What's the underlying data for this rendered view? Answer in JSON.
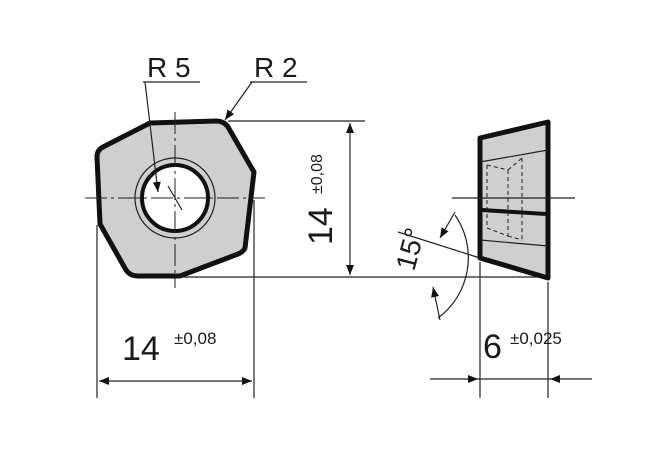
{
  "labels": {
    "radius_large": "R 5",
    "radius_small": "R 2",
    "width_value": "14",
    "width_tolerance": "±0,08",
    "height_value": "14",
    "height_tolerance": "±0,08",
    "angle": "15°",
    "thickness_value": "6",
    "thickness_tolerance": "±0,025"
  },
  "colors": {
    "insert_fill": "#cfcfcf",
    "outline": "#111111",
    "line": "#222222"
  }
}
